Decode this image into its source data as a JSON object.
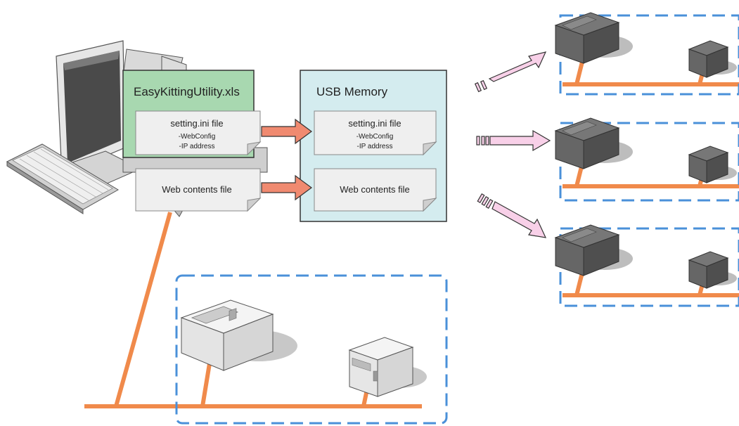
{
  "colors": {
    "network_line": "#f08a4b",
    "dashed_group": "#4a90d9",
    "excel_panel": "#a8d8b0",
    "usb_panel": "#d4ecef",
    "file_card": "#efefef",
    "transfer_arrow": "#f08a70",
    "deploy_arrow": "#f8d0e8",
    "printer_light": "#eeeeee",
    "printer_dark": "#555555"
  },
  "excel_panel": {
    "title": "EasyKittingUtility.xls",
    "settings_file": {
      "title": "setting.ini file",
      "lines": [
        "-WebConfig",
        "-IP address"
      ]
    },
    "web_file": {
      "title": "Web contents file"
    }
  },
  "usb_panel": {
    "title": "USB Memory",
    "settings_file": {
      "title": "setting.ini file",
      "lines": [
        "-WebConfig",
        "-IP address"
      ]
    },
    "web_file": {
      "title": "Web contents file"
    }
  },
  "icons": {
    "computer": "desktop-computer-icon",
    "keyboard": "keyboard-icon",
    "printer_large": "receipt-printer-icon",
    "printer_small": "compact-printer-icon"
  },
  "deployment_targets": 3
}
